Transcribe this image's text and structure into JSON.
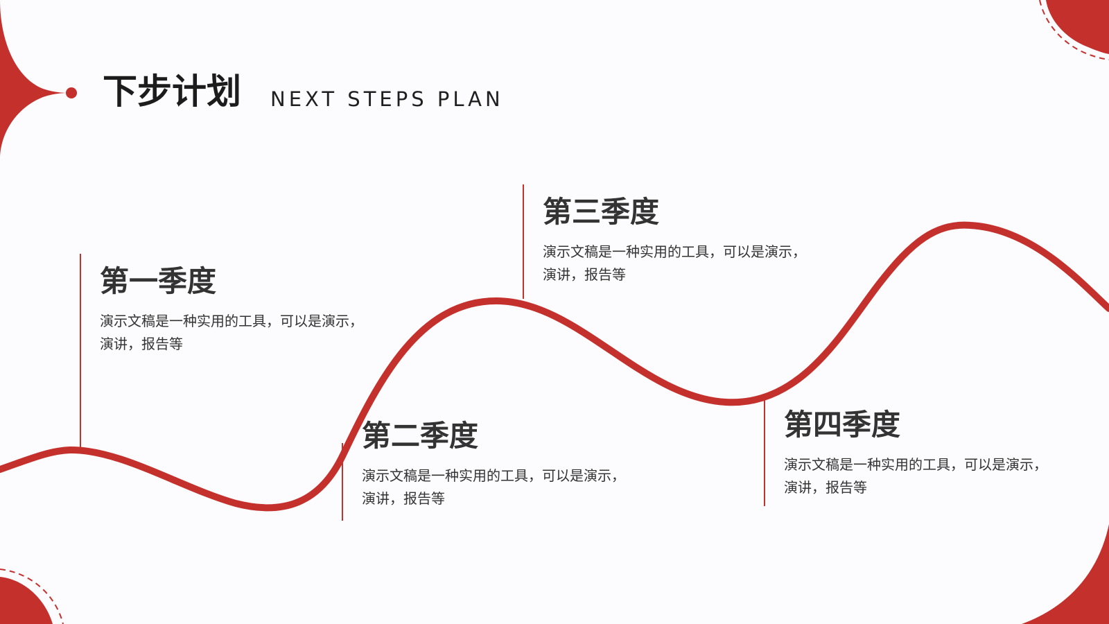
{
  "header": {
    "title": "下步计划",
    "subtitle": "NEXT STEPS PLAN"
  },
  "quarters": [
    {
      "title": "第一季度",
      "description": "演示文稿是一种实用的工具，可以是演示，演讲，报告等"
    },
    {
      "title": "第二季度",
      "description": "演示文稿是一种实用的工具，可以是演示，演讲，报告等"
    },
    {
      "title": "第三季度",
      "description": "演示文稿是一种实用的工具，可以是演示，演讲，报告等"
    },
    {
      "title": "第四季度",
      "description": "演示文稿是一种实用的工具，可以是演示，演讲，报告等"
    }
  ],
  "colors": {
    "accent": "#c4312d",
    "text": "#333333",
    "background": "#fcfbfd"
  }
}
